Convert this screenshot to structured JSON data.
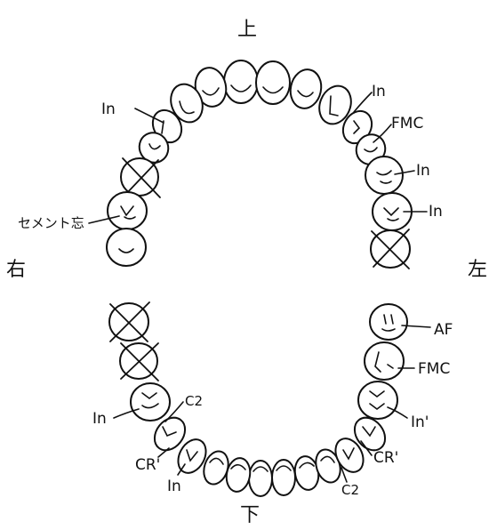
{
  "directions": {
    "upper": "上",
    "lower": "下",
    "right": "右",
    "left": "左"
  },
  "annotations": {
    "upper_right_in": "In",
    "upper_right_cement": "セメント忘",
    "upper_left_in_1": "In",
    "upper_left_fmc": "FMC",
    "upper_left_in_2": "In",
    "upper_left_in_3": "In",
    "lower_left_af": "AF",
    "lower_left_fmc": "FMC",
    "lower_left_in_prime": "In'",
    "lower_left_cr_prime": "CR'",
    "lower_left_c2": "C2",
    "lower_right_c2": "C2",
    "lower_right_in_1": "In",
    "lower_right_cr_prime": "CR'",
    "lower_right_in_2": "In"
  }
}
